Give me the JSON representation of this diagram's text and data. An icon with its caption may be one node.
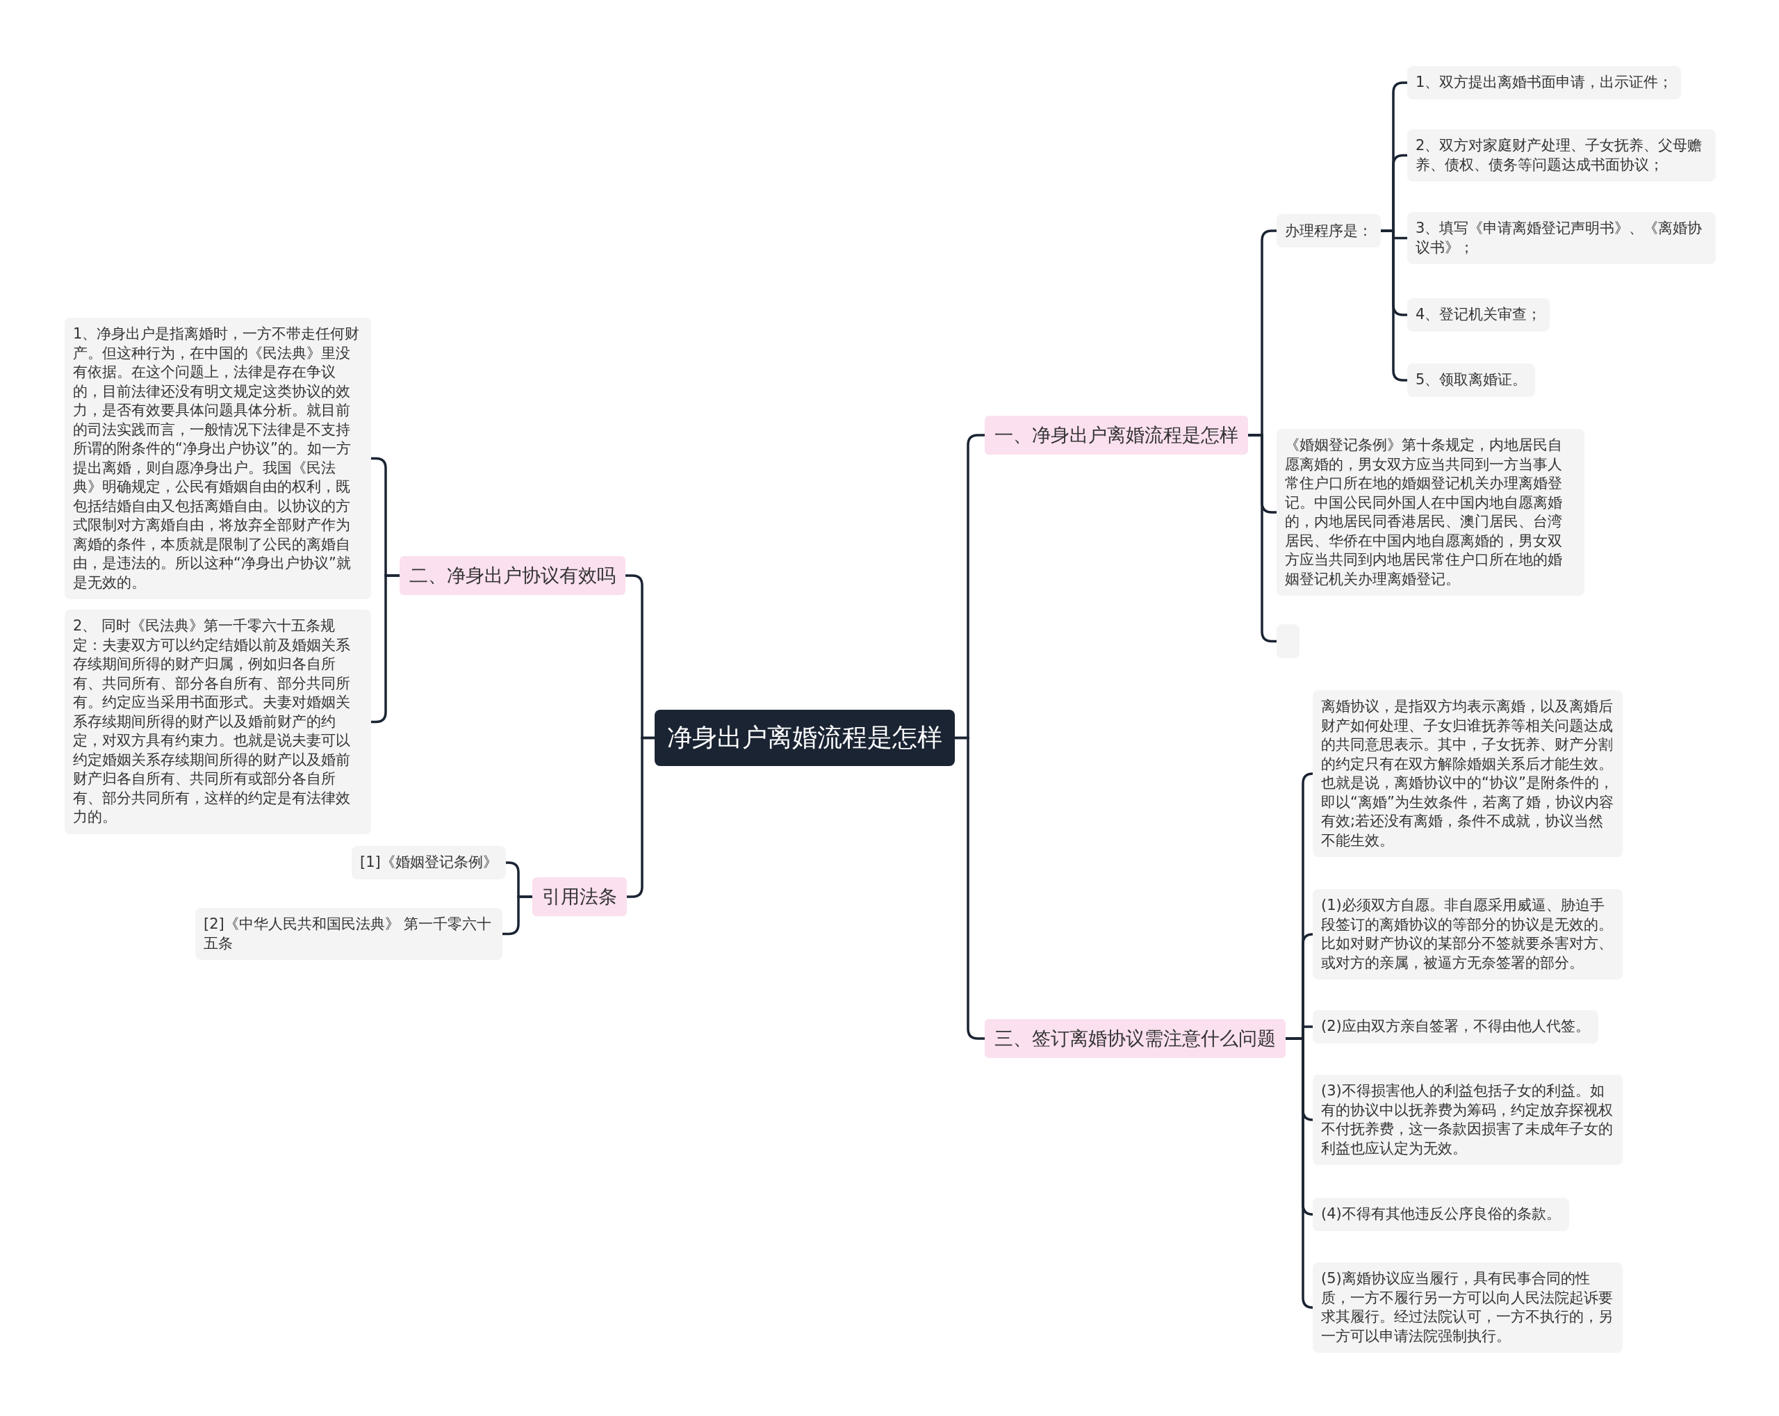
{
  "diagram": {
    "nodes": [
      {
        "text": [
          "净身出户离婚流程是怎样"
        ]
      },
      {
        "text": [
          "一、净身出户离婚流程是怎样"
        ]
      },
      {
        "text": [
          "办理程序是："
        ]
      },
      {
        "text": [
          "1、双方提出离婚书面申请，出示证件；"
        ]
      },
      {
        "text": [
          "2、双方对家庭财产处理、子女抚养、父母赡养、债权、债务等问题达成书面协议；"
        ]
      },
      {
        "text": [
          "3、填写《申请离婚登记声明书》、《离婚协议书》；"
        ]
      },
      {
        "text": [
          "4、登记机关审查；"
        ]
      },
      {
        "text": [
          "5、领取离婚证。"
        ]
      },
      {
        "text": [
          "《婚姻登记条例》第十条规定，内地居民自愿离婚的，男女双方应当共同到一方当事人常住户口所在地的婚姻登记机关办理离婚登记。中国公民同外国人在中国内地自愿离婚的，内地居民同香港居民、澳门居民、台湾居民、华侨在中国内地自愿离婚的，男女双方应当共同到内地居民常住户口所在地的婚姻登记机关办理离婚登记。"
        ]
      },
      {
        "text": [],
        "shape": "box"
      },
      {
        "text": [
          "三、签订离婚协议需注意什么问题"
        ]
      },
      {
        "text": [
          "离婚协议，是指双方均表示离婚，以及离婚后财产如何处理、子女归谁抚养等相关问题达成的共同意思表示。其中，子女抚养、财产分割的约定只有在双方解除婚姻关系后才能生效。也就是说，离婚协议中的“协议”是附条件的，即以“离婚”为生效条件，若离了婚，协议内容有效;若还没有离婚，条件不成就，协议当然不能生效。"
        ]
      },
      {
        "text": [
          "(1)必须双方自愿。非自愿采用威逼、胁迫手段签订的离婚协议的等部分的协议是无效的。比如对财产协议的某部分不签就要杀害对方、或对方的亲属，被逼方无奈签署的部分。"
        ]
      },
      {
        "text": [
          "(2)应由双方亲自签署，不得由他人代签。"
        ]
      },
      {
        "text": [
          "(3)不得损害他人的利益包括子女的利益。如有的协议中以抚养费为筹码，约定放弃探视权不付抚养费，这一条款因损害了未成年子女的利益也应认定为无效。"
        ]
      },
      {
        "text": [
          "(4)不得有其他违反公序良俗的条款。"
        ]
      },
      {
        "text": [
          "(5)离婚协议应当履行，具有民事合同的性质，一方不履行另一方可以向人民法院起诉要求其履行。经过法院认可，一方不执行的，另一方可以申请法院强制执行。"
        ]
      },
      {
        "text": [
          "二、净身出户协议有效吗"
        ]
      },
      {
        "text": [
          "1、净身出户是指离婚时，一方不带走任何财产。但这种行为，在中国的《民法典》里没有依据。在这个问题上，法律是存在争议的，目前法律还没有明文规定这类协议的效力，是否有效要具体问题具体分析。就目前的司法实践而言，一般情况下法律是不支持所谓的附条件的“净身出户协议”的。如一方提出离婚，则自愿净身出户。我国《民法典》明确规定，公民有婚姻自由的权利，既包括结婚自由又包括离婚自由。以协议的方式限制对方离婚自由，将放弃全部财产作为离婚的条件，本质就是限制了公民的离婚自由，是违法的。所以这种“净身出户协议”就是无效的。"
        ]
      },
      {
        "text": [
          "2、 同时《民法典》第一千零六十五条规定：夫妻双方可以约定结婚以前及婚姻关系存续期间所得的财产归属，例如归各自所有、共同所有、部分各自所有、部分共同所有。约定应当采用书面形式。夫妻对婚姻关系存续期间所得的财产以及婚前财产的约定，对双方具有约束力。也就是说夫妻可以约定婚姻关系存续期间所得的财产以及婚前财产归各自所有、共同所有或部分各自所有、部分共同所有，这样的约定是有法律效力的。"
        ]
      },
      {
        "text": [
          "引用法条"
        ]
      },
      {
        "text": [
          "[1]《婚姻登记条例》"
        ]
      },
      {
        "text": [
          "[2]《中华人民共和国民法典》 第一千零六十五条"
        ]
      }
    ],
    "edges": [
      {
        "from": 0,
        "to": 1,
        "arrow": "none"
      },
      {
        "from": 1,
        "to": 2,
        "arrow": "none"
      },
      {
        "from": 2,
        "to": 3,
        "arrow": "none"
      },
      {
        "from": 2,
        "to": 4,
        "arrow": "none"
      },
      {
        "from": 2,
        "to": 5,
        "arrow": "none"
      },
      {
        "from": 2,
        "to": 6,
        "arrow": "none"
      },
      {
        "from": 2,
        "to": 7,
        "arrow": "none"
      },
      {
        "from": 1,
        "to": 8,
        "arrow": "none"
      },
      {
        "from": 1,
        "to": 9,
        "arrow": "none"
      },
      {
        "from": 0,
        "to": 10,
        "arrow": "none"
      },
      {
        "from": 10,
        "to": 11,
        "arrow": "none"
      },
      {
        "from": 10,
        "to": 12,
        "arrow": "none"
      },
      {
        "from": 10,
        "to": 13,
        "arrow": "none"
      },
      {
        "from": 10,
        "to": 14,
        "arrow": "none"
      },
      {
        "from": 10,
        "to": 15,
        "arrow": "none"
      },
      {
        "from": 10,
        "to": 16,
        "arrow": "none"
      },
      {
        "from": 0,
        "to": 17,
        "arrow": "none"
      },
      {
        "from": 17,
        "to": 18,
        "arrow": "none"
      },
      {
        "from": 17,
        "to": 19,
        "arrow": "none"
      },
      {
        "from": 0,
        "to": 20,
        "arrow": "none"
      },
      {
        "from": 20,
        "to": 21,
        "arrow": "none"
      },
      {
        "from": 20,
        "to": 22,
        "arrow": "none"
      }
    ]
  }
}
